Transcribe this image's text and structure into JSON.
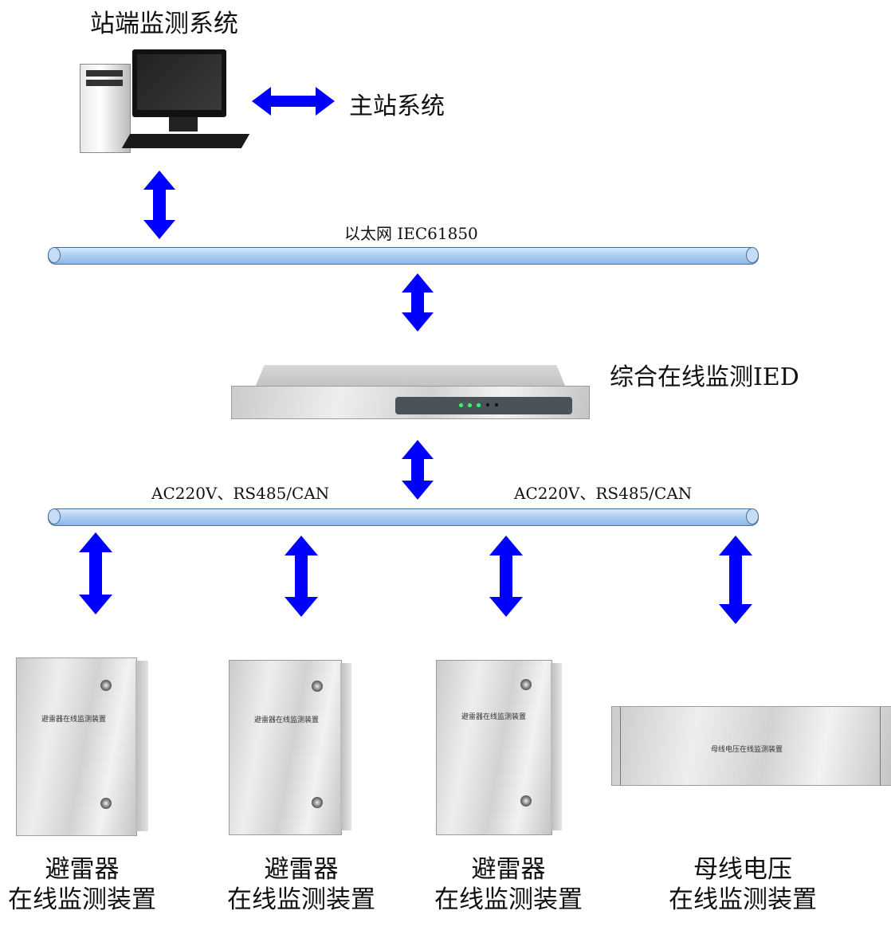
{
  "title": "站端监测系统",
  "master_station": "主站系统",
  "ethernet_label": "以太网 IEC61850",
  "ied_label": "综合在线监测IED",
  "field_bus_label_left": "AC220V、RS485/CAN",
  "field_bus_label_right": "AC220V、RS485/CAN",
  "devices": [
    {
      "name_line1": "避雷器",
      "name_line2": "在线监测装置",
      "panel_text": "避雷器在线监测装置"
    },
    {
      "name_line1": "避雷器",
      "name_line2": "在线监测装置",
      "panel_text": "避雷器在线监测装置"
    },
    {
      "name_line1": "避雷器",
      "name_line2": "在线监测装置",
      "panel_text": "避雷器在线监测装置"
    },
    {
      "name_line1": "母线电压",
      "name_line2": "在线监测装置",
      "panel_text": "母线电压在线监测装置"
    }
  ],
  "colors": {
    "arrow": "#0000ff",
    "bus": "#a9cbf0"
  }
}
